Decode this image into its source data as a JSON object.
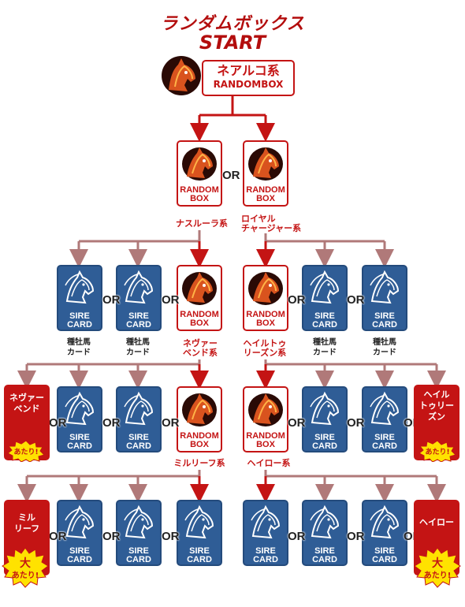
{
  "title": {
    "line1": "ランダムボックス",
    "line2": "START"
  },
  "start_box": {
    "line1": "ネアルコ系",
    "line2": "RANDOMBOX"
  },
  "random_box_label": [
    "RANDOM",
    "BOX"
  ],
  "sire_card_label": [
    "SIRE",
    "CARD"
  ],
  "or_text": "OR",
  "tier1": {
    "left_label": "ナスルーラ系",
    "right_label_l1": "ロイヤル",
    "right_label_l2": "チャージャー系"
  },
  "tier2": {
    "sire_label_l1": "種牡馬",
    "sire_label_l2": "カード",
    "left_rb_label_l1": "ネヴァー",
    "left_rb_label_l2": "ベンド系",
    "right_rb_label_l1": "ヘイルトゥ",
    "right_rb_label_l2": "リーズン系"
  },
  "tier3": {
    "left_prize": [
      "ネヴァー",
      "ベンド"
    ],
    "right_prize": [
      "ヘイル",
      "トゥリー",
      "ズン"
    ],
    "badge": "あたり!",
    "left_rb_label": "ミルリーフ系",
    "right_rb_label": "ヘイロー系"
  },
  "tier4": {
    "left_prize": [
      "ミル",
      "リーフ"
    ],
    "right_prize": [
      "ヘイロー"
    ],
    "badge_big": "大",
    "badge": "あたり!"
  },
  "colors": {
    "red": "#c41414",
    "blue": "#2f5d96",
    "brown": "#b07979",
    "yellow": "#ffe200"
  }
}
